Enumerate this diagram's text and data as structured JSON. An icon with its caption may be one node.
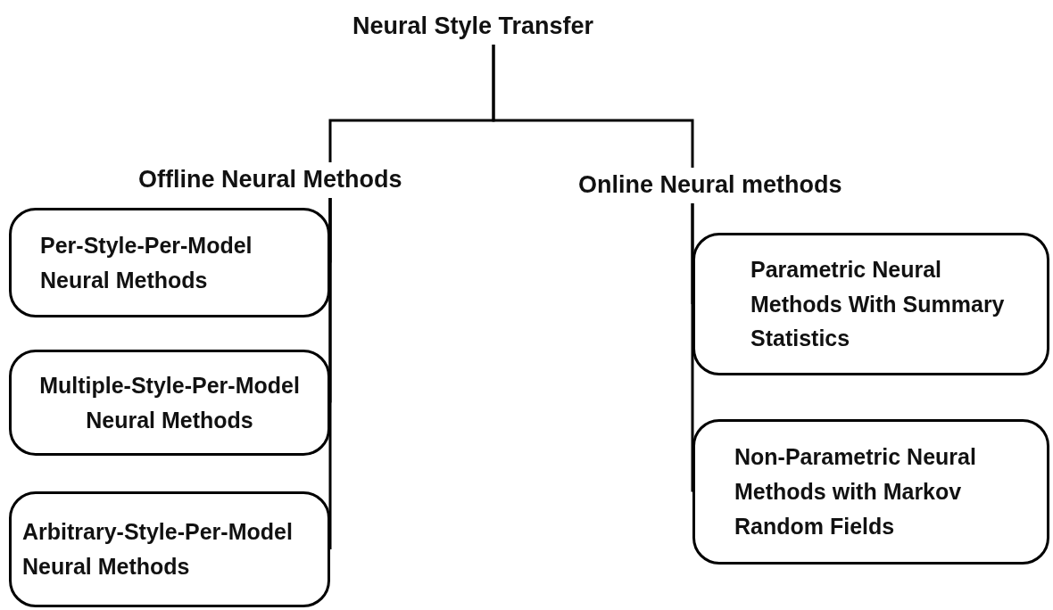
{
  "diagram": {
    "nodes": [
      {
        "text": [
          "Neural Style Transfer"
        ]
      },
      {
        "text": [
          "Offline Neural Methods"
        ]
      },
      {
        "text": [
          "Online Neural methods"
        ]
      },
      {
        "text": [
          "Per-Style-Per-Model Neural Methods"
        ]
      },
      {
        "text": [
          "Multiple-Style-Per-Model Neural Methods"
        ]
      },
      {
        "text": [
          "Arbitrary-Style-Per-Model Neural Methods"
        ]
      },
      {
        "text": [
          "Parametric Neural Methods With Summary Statistics"
        ]
      },
      {
        "text": [
          "Non-Parametric Neural Methods with Markov Random Fields"
        ]
      }
    ],
    "edges": [
      {
        "from": 0,
        "to": 1,
        "arrow": "none"
      },
      {
        "from": 0,
        "to": 2,
        "arrow": "none"
      },
      {
        "from": 1,
        "to": 3,
        "arrow": "none"
      },
      {
        "from": 1,
        "to": 4,
        "arrow": "none"
      },
      {
        "from": 1,
        "to": 5,
        "arrow": "none"
      },
      {
        "from": 2,
        "to": 6,
        "arrow": "none"
      },
      {
        "from": 2,
        "to": 7,
        "arrow": "none"
      }
    ]
  }
}
